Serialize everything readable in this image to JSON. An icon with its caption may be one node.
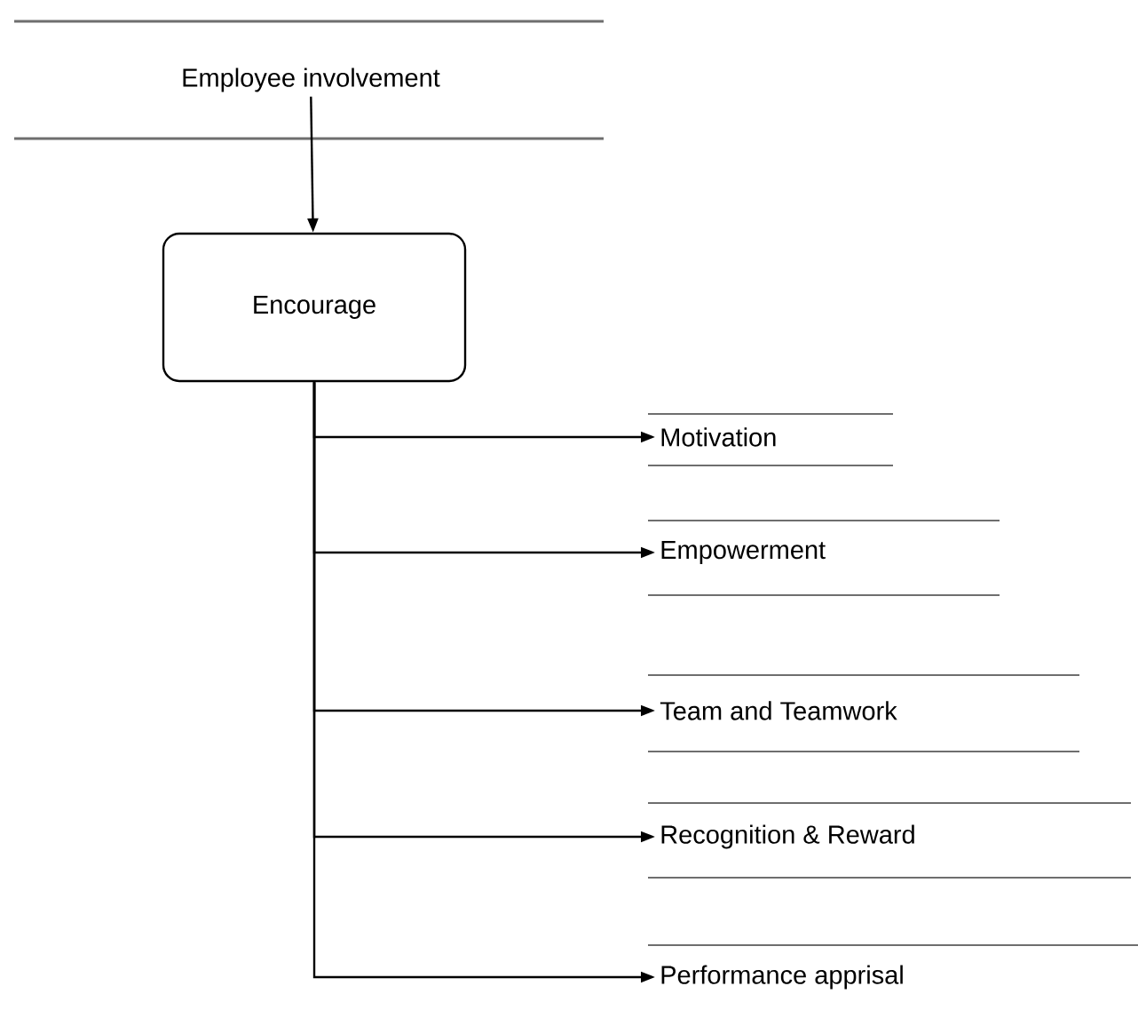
{
  "diagram": {
    "nodes": [
      {
        "text": [
          "Employee involvement"
        ]
      },
      {
        "text": [
          "Encourage"
        ]
      },
      {
        "text": [
          "Motivation"
        ]
      },
      {
        "text": [
          "Empowerment"
        ]
      },
      {
        "text": [
          "Team and Teamwork"
        ]
      },
      {
        "text": [
          "Recognition & Reward"
        ]
      },
      {
        "text": [
          "Performance apprisal"
        ]
      }
    ],
    "edges": [
      {
        "from": 0,
        "to": 1,
        "arrow": "to"
      },
      {
        "from": 1,
        "to": 2,
        "arrow": "to"
      },
      {
        "from": 1,
        "to": 3,
        "arrow": "to"
      },
      {
        "from": 1,
        "to": 4,
        "arrow": "to"
      },
      {
        "from": 1,
        "to": 5,
        "arrow": "to"
      },
      {
        "from": 1,
        "to": 6,
        "arrow": "to"
      }
    ]
  }
}
